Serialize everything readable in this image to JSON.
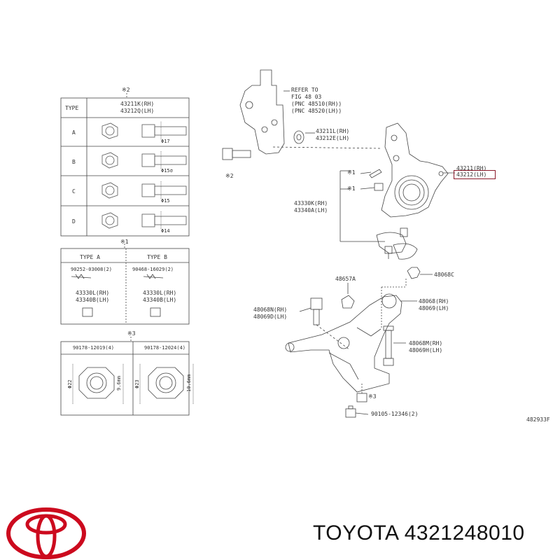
{
  "table1": {
    "ref": "※2",
    "header_type": "TYPE",
    "header_parts": [
      "43211K(RH)",
      "43212Q(LH)"
    ],
    "rows": [
      {
        "type": "A",
        "dim": "Φ17"
      },
      {
        "type": "B",
        "dim": "Φ15σ"
      },
      {
        "type": "C",
        "dim": "Φ15"
      },
      {
        "type": "D",
        "dim": "Φ14"
      }
    ]
  },
  "table2": {
    "ref": "※1",
    "type_a": {
      "title": "TYPE A",
      "part": "90252-03008(2)",
      "rh": "43330L(RH)",
      "lh": "43340B(LH)"
    },
    "type_b": {
      "title": "TYPE B",
      "part": "90468-16029(2)",
      "rh": "43330L(RH)",
      "lh": "43340B(LH)"
    }
  },
  "table3": {
    "ref": "※3",
    "col1": {
      "part": "90178-12019(4)",
      "d1": "Φ22",
      "d2": "9.6mm"
    },
    "col2": {
      "part": "90178-12024(4)",
      "d1": "Φ23",
      "d2": "10.6mm"
    }
  },
  "labels": {
    "refer1": "REFER TO",
    "refer2": "FIG 48 03",
    "refer3": "(PNC 48510(RH))",
    "refer4": "(PNC 48520(LH))",
    "p43211l": "43211L(RH)",
    "p43212e": "43212E(LH)",
    "p43211": "43211(RH)",
    "p43212": "43212(LH)",
    "star2": "※2",
    "star1a": "※1",
    "star1b": "※1",
    "p43330k": "43330K(RH)",
    "p43340a": "43340A(LH)",
    "p48068c": "48068C",
    "p48657a": "48657A",
    "p48068n": "48068N(RH)",
    "p48069d": "48069D(LH)",
    "p48068": "48068(RH)",
    "p48069": "48069(LH)",
    "p48068m": "48068M(RH)",
    "p48069h": "48069H(LH)",
    "star3": "※3",
    "p90105": "90105-12346(2)",
    "figcode": "482933F"
  },
  "brand": {
    "name": "TOYOTA 4321248010",
    "logo_color": "#cc0a1e"
  }
}
